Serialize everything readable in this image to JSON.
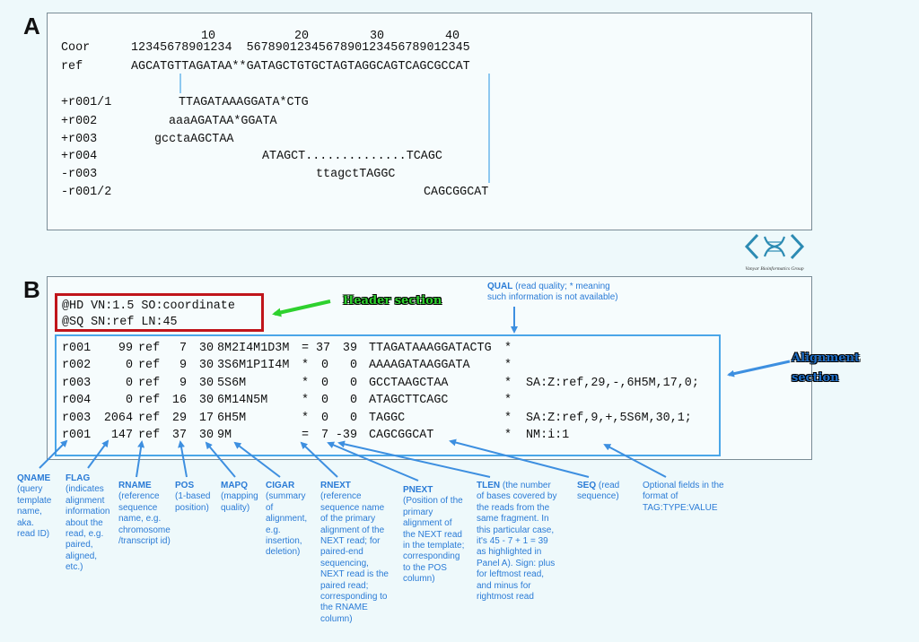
{
  "panel_a": {
    "label": "A",
    "ticks": [
      "10",
      "20",
      "30",
      "40"
    ],
    "coor_label": "Coor",
    "coor_digits": "12345678901234  5678901234567890123456789012345",
    "ref_label": "ref",
    "ref_seq": "AGCATGTTAGATAA**GATAGCTGTGCTAGTAGGCAGTCAGCGCCAT",
    "reads": [
      {
        "name": "+r001/1",
        "seq": "TTAGATAAAGGATA*CTG"
      },
      {
        "name": "+r002",
        "seq": "aaaAGATAA*GGATA"
      },
      {
        "name": "+r003",
        "seq": "gcctaAGCTAA"
      },
      {
        "name": "+r004",
        "seq": "ATAGCT..............TCAGC"
      },
      {
        "name": "-r003",
        "seq": "ttagctTAGGC"
      },
      {
        "name": "-r001/2",
        "seq": "CAGCGGCAT"
      }
    ]
  },
  "logo": {
    "text": "Vanyar Bioinformatics Group"
  },
  "panel_b": {
    "label": "B",
    "header_lines": [
      "@HD VN:1.5 SO:coordinate",
      "@SQ SN:ref LN:45"
    ],
    "header_callout": "Header section",
    "alignment_callout_line1": "Alignment",
    "alignment_callout_line2": "section",
    "rows": [
      [
        "r001",
        "99",
        "ref",
        "7",
        "30",
        "8M2I4M1D3M",
        "=",
        "37",
        "39",
        "TTAGATAAAGGATACTG",
        "*",
        ""
      ],
      [
        "r002",
        "0",
        "ref",
        "9",
        "30",
        "3S6M1P1I4M",
        "*",
        "0",
        "0",
        "AAAAGATAAGGATA",
        "*",
        ""
      ],
      [
        "r003",
        "0",
        "ref",
        "9",
        "30",
        "5S6M",
        "*",
        "0",
        "0",
        "GCCTAAGCTAA",
        "*",
        "SA:Z:ref,29,-,6H5M,17,0;"
      ],
      [
        "r004",
        "0",
        "ref",
        "16",
        "30",
        "6M14N5M",
        "*",
        "0",
        "0",
        "ATAGCTTCAGC",
        "*",
        ""
      ],
      [
        "r003",
        "2064",
        "ref",
        "29",
        "17",
        "6H5M",
        "*",
        "0",
        "0",
        "TAGGC",
        "*",
        "SA:Z:ref,9,+,5S6M,30,1;"
      ],
      [
        "r001",
        "147",
        "ref",
        "37",
        "30",
        "9M",
        "=",
        "7",
        "-39",
        "CAGCGGCAT",
        "*",
        "NM:i:1"
      ]
    ],
    "annotations": [
      {
        "key": "qual",
        "title": "QUAL",
        "lines": [
          " (read quality; * meaning",
          "such information is not available)"
        ]
      },
      {
        "key": "qname",
        "title": "QNAME",
        "lines": [
          "(query",
          "template",
          "name,",
          "aka.",
          "read ID)"
        ]
      },
      {
        "key": "flag",
        "title": "FLAG",
        "lines": [
          "(indicates",
          "alignment",
          "information",
          "about the",
          "read, e.g.",
          "paired,",
          "aligned,",
          "etc.)"
        ]
      },
      {
        "key": "rname",
        "title": "RNAME",
        "lines": [
          "(reference",
          "sequence",
          "name, e.g.",
          "chromosome",
          "/transcript id)"
        ]
      },
      {
        "key": "pos",
        "title": "POS",
        "lines": [
          "(1-based",
          "position)"
        ]
      },
      {
        "key": "mapq",
        "title": "MAPQ",
        "lines": [
          "(mapping",
          "quality)"
        ]
      },
      {
        "key": "cigar",
        "title": "CIGAR",
        "lines": [
          "(summary",
          "of",
          "alignment,",
          "e.g.",
          "insertion,",
          "deletion)"
        ]
      },
      {
        "key": "rnext",
        "title": "RNEXT",
        "lines": [
          "(reference",
          "sequence name",
          "of the primary",
          "alignment of the",
          "NEXT read; for",
          "paired-end",
          "sequencing,",
          "NEXT read is the",
          "paired read;",
          "corresponding to",
          "the RNAME",
          "column)"
        ]
      },
      {
        "key": "pnext",
        "title": "PNEXT",
        "lines": [
          "(Position of the",
          "primary",
          "alignment of",
          "the NEXT read",
          "in the template;",
          "corresponding",
          "to the POS",
          "column)"
        ]
      },
      {
        "key": "tlen",
        "title": "TLEN",
        "lines": [
          " (the number",
          "of bases covered by",
          "the reads from the",
          "same fragment. In",
          "this particular case,",
          "it's 45 - 7 + 1 = 39",
          "as highlighted in",
          "Panel A). Sign: plus",
          "for leftmost read,",
          "and minus for",
          "rightmost read"
        ]
      },
      {
        "key": "seq",
        "title": "SEQ",
        "lines": [
          " (read",
          "sequence)"
        ]
      },
      {
        "key": "optional",
        "title": "",
        "lines": [
          "Optional fields in the",
          "format of",
          "TAG:TYPE:VALUE"
        ]
      }
    ]
  },
  "colors": {
    "annotation_blue": "#2a7bd6",
    "arrow_blue": "#3d8fe0",
    "box_blue": "#4aa6e8",
    "header_box_red": "#c0151b",
    "header_callout_green": "#2ed12e",
    "alignment_callout_blue": "#1f6fc8"
  }
}
